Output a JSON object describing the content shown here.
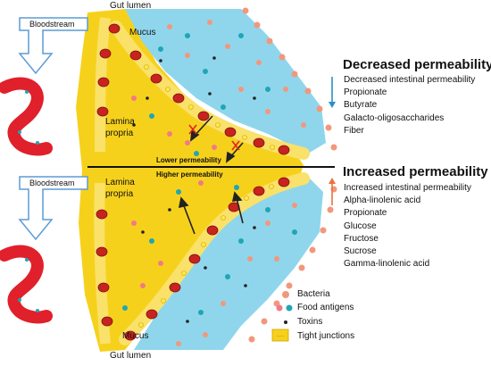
{
  "labels": {
    "gut_lumen_top": "Gut lumen",
    "gut_lumen_bottom": "Gut lumen",
    "mucus_top": "Mucus",
    "mucus_bottom": "Mucus",
    "bloodstream_top": "Bloodstream",
    "bloodstream_bottom": "Bloodstream",
    "lamina_top_line1": "Lamina",
    "lamina_top_line2": "propria",
    "lamina_bottom_line1": "Lamina",
    "lamina_bottom_line2": "propria",
    "lower_permeability": "Lower permeability",
    "higher_permeability": "Higher permeability"
  },
  "decreased": {
    "heading": "Decreased permeability",
    "items": [
      "Decreased intestinal permeability",
      "Propionate",
      "Butyrate",
      "Galacto-oligosaccharides",
      "Fiber"
    ],
    "arrow_color": "#2a8fc7"
  },
  "increased": {
    "heading": "Increased permeability",
    "items": [
      "Increased intestinal permeability",
      "Alpha-linolenic acid",
      "Propionate",
      "Glucose",
      "Fructose",
      "Sucrose",
      "Gamma-linolenic acid"
    ],
    "arrow_color": "#e8743b"
  },
  "legend": {
    "bacteria": "Bacteria",
    "food_antigens": "Food antigens",
    "toxins": "Toxins",
    "tight_junctions": "Tight junctions"
  },
  "colors": {
    "lamina": "#f6d11c",
    "lumen": "#8fd6ec",
    "bacteria": "#f2977c",
    "food_antigen_red": "#f07b86",
    "food_antigen_teal": "#1fa6b4",
    "toxin": "#222222",
    "blood_vessel": "#e0202a"
  }
}
